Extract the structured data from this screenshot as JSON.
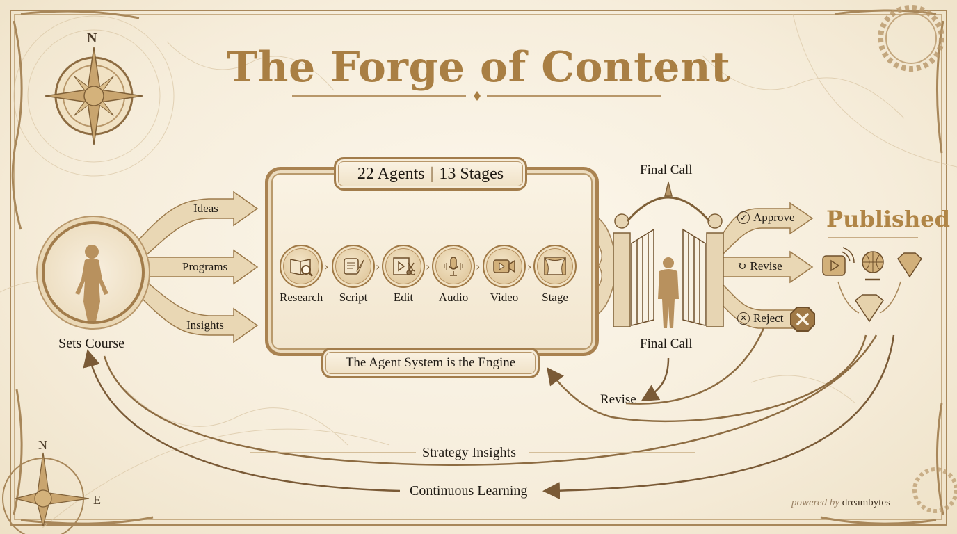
{
  "title": "The Forge of Content",
  "compass": {
    "top_left_letter": "N",
    "bottom_left_letters": [
      "N",
      "E"
    ]
  },
  "creator": {
    "label": "Sets Course",
    "outputs": [
      "Ideas",
      "Programs",
      "Insights"
    ]
  },
  "engine": {
    "header": "22 Agents | 13 Stages",
    "header_agents": "22 Agents",
    "header_stages": "13 Stages",
    "footer": "The Agent System is the Engine",
    "stages": [
      {
        "label": "Research",
        "icon": "book-magnifier-icon"
      },
      {
        "label": "Script",
        "icon": "scroll-quill-icon"
      },
      {
        "label": "Edit",
        "icon": "film-scissors-icon"
      },
      {
        "label": "Audio",
        "icon": "microphone-icon"
      },
      {
        "label": "Video",
        "icon": "video-camera-icon"
      },
      {
        "label": "Stage",
        "icon": "theater-curtain-icon"
      }
    ]
  },
  "gate": {
    "label_top": "Final Call",
    "label_bottom": "Final Call"
  },
  "decisions": [
    {
      "label": "Approve",
      "icon": "check-circle-icon"
    },
    {
      "label": "Revise",
      "icon": "refresh-icon"
    },
    {
      "label": "Reject",
      "icon": "x-circle-icon",
      "badge_icon": "x-octagon-icon"
    }
  ],
  "published": {
    "label": "Published",
    "icons": [
      "play-broadcast-icon",
      "globe-icon",
      "diamond-icon",
      "diamond-sparkle-icon"
    ]
  },
  "loops": {
    "revise": "Revise",
    "strategy": "Strategy Insights",
    "learning": "Continuous Learning"
  },
  "footer": {
    "powered": "powered by",
    "brand": "dreambytes"
  },
  "colors": {
    "gold": "#a97f44",
    "bronze": "#8a6a3f",
    "parchment": "#f8f1e2",
    "ink": "#1f1a14"
  }
}
